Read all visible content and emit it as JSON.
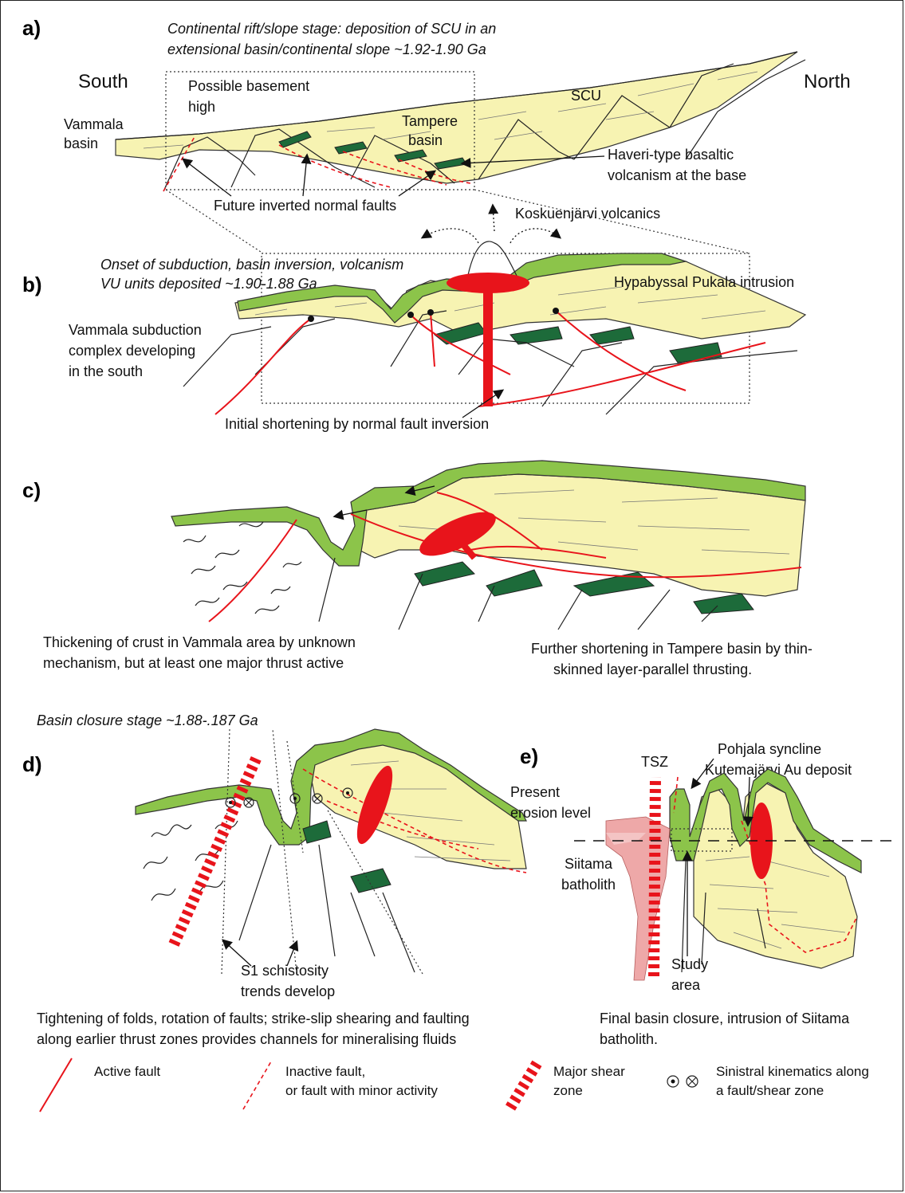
{
  "panels": {
    "a": {
      "label": "a)",
      "caption_line1": "Continental rift/slope stage: deposition of SCU in an",
      "caption_line2": "extensional basin/continental slope ~1.92-1.90 Ga",
      "south": "South",
      "north": "North",
      "basement_high_1": "Possible basement",
      "basement_high_2": "high",
      "vammala_1": "Vammala",
      "vammala_2": "basin",
      "scu": "SCU",
      "tampere_1": "Tampere",
      "tampere_2": "basin",
      "haveri_1": "Haveri-type basaltic",
      "haveri_2": "volcanism at the base",
      "faults": "Future inverted normal faults"
    },
    "b": {
      "label": "b)",
      "koskuenjarvi": "Koskuenjärvi volcanics",
      "caption_line1": "Onset of subduction, basin inversion, volcanism",
      "caption_line2": "VU units deposited ~1.90-1.88 Ga",
      "pukala": "Hypabyssal Pukala intrusion",
      "vammala_1": "Vammala subduction",
      "vammala_2": "complex developing",
      "vammala_3": "in the south",
      "shortening": "Initial shortening by normal fault inversion"
    },
    "c": {
      "label": "c)",
      "left_1": "Thickening of crust in Vammala area by unknown",
      "left_2": "mechanism, but at least one major thrust active",
      "right_1": "Further shortening in Tampere basin by thin-",
      "right_2": "skinned layer-parallel thrusting."
    },
    "stage": "Basin closure stage ~1.88-.187 Ga",
    "d": {
      "label": "d)",
      "s1_1": "S1 schistosity",
      "s1_2": "trends develop",
      "caption_line1": "Tightening of folds, rotation of faults; strike-slip shearing and faulting",
      "caption_line2": "along earlier thrust zones provides channels for mineralising fluids"
    },
    "e": {
      "label": "e)",
      "tsz": "TSZ",
      "pohjala": "Pohjala syncline",
      "kutemajarvi": "Kutemajärvi Au deposit",
      "erosion_1": "Present",
      "erosion_2": "erosion level",
      "siitama_1": "Siitama",
      "siitama_2": "batholith",
      "study_1": "Study",
      "study_2": "area",
      "caption_line1": "Final basin closure, intrusion of Siitama",
      "caption_line2": "batholith."
    }
  },
  "legend": {
    "active": "Active fault",
    "inactive_1": "Inactive fault,",
    "inactive_2": "or fault with minor activity",
    "shear_1": "Major shear",
    "shear_2": "zone",
    "sinistral_1": "Sinistral kinematics along",
    "sinistral_2": "a fault/shear zone"
  },
  "colors": {
    "sediment": "#f7f3b2",
    "volcanic": "#8cc44a",
    "basalt": "#1d6b3a",
    "fault": "#e8141b",
    "batholith": "#ec9a9a"
  }
}
